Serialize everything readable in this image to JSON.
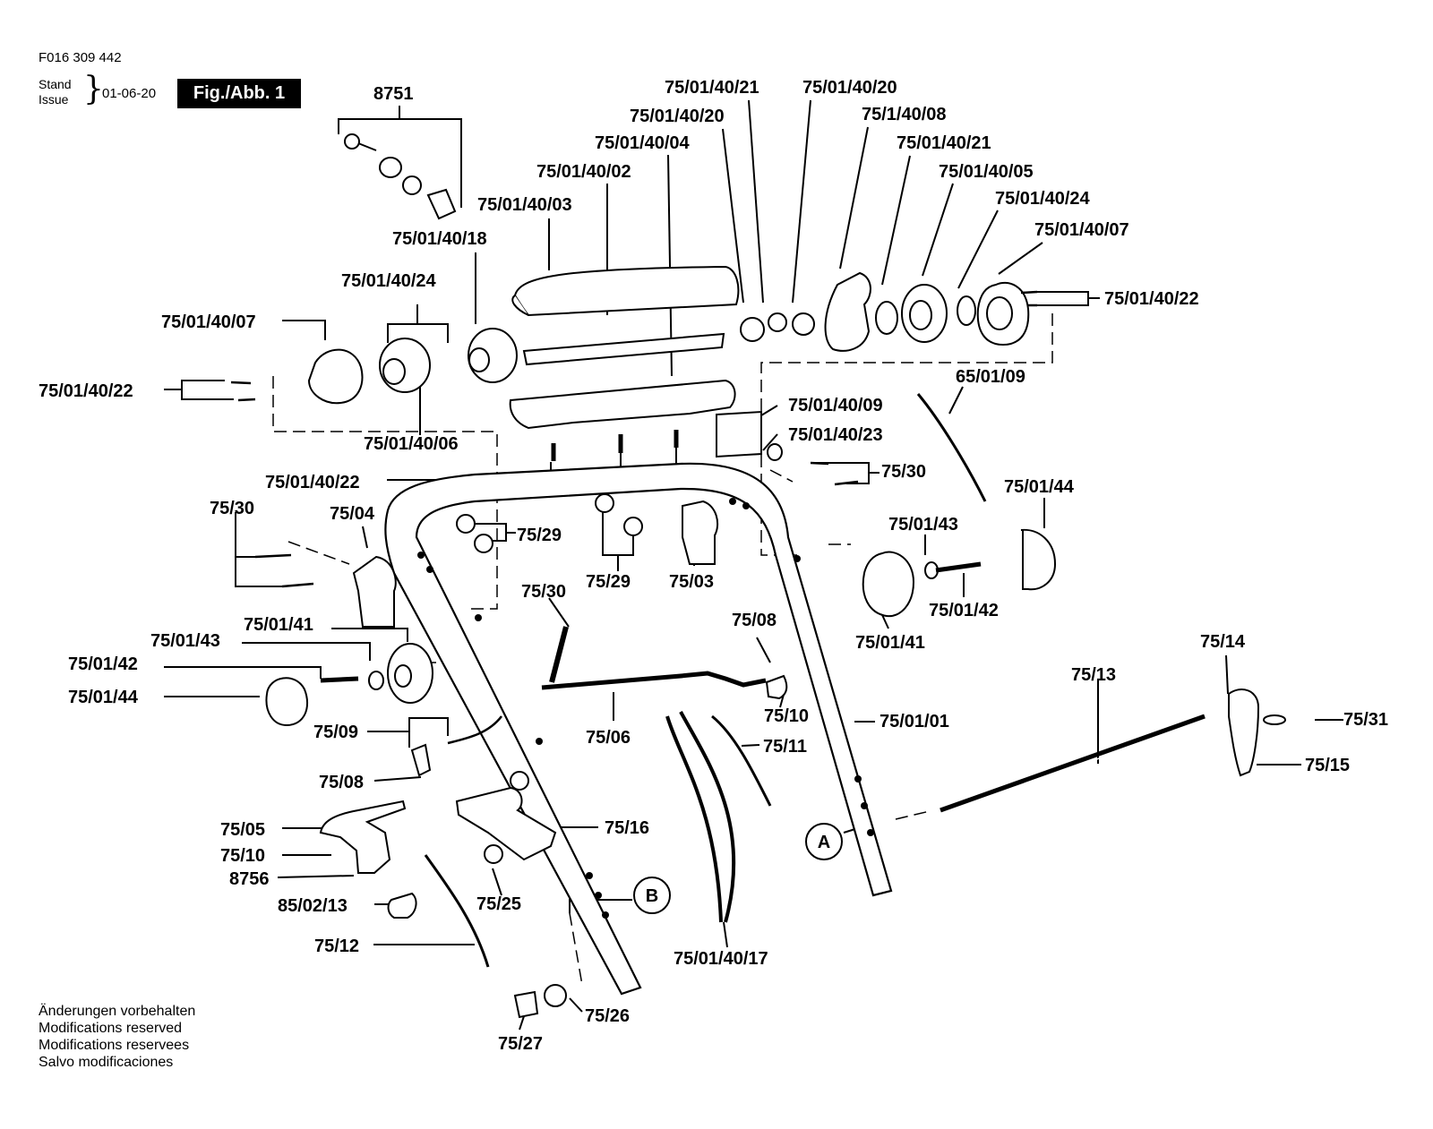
{
  "header": {
    "drawing_number": "F016 309 442",
    "stand_label": "Stand",
    "issue_label": "Issue",
    "date": "01-06-20",
    "figure_label": "Fig./Abb. 1"
  },
  "notice": {
    "line1": "Änderungen vorbehalten",
    "line2": "Modifications reserved",
    "line3": "Modifications reservees",
    "line4": "Salvo modificaciones"
  },
  "parts": [
    "8751",
    "75/01/40/21",
    "75/01/40/20",
    "75/01/40/20",
    "75/1/40/08",
    "75/01/40/04",
    "75/01/40/21",
    "75/01/40/02",
    "75/01/40/05",
    "75/01/40/03",
    "75/01/40/24",
    "75/01/40/18",
    "75/01/40/07",
    "75/01/40/24",
    "75/01/40/22",
    "75/01/40/07",
    "75/01/40/22",
    "75/01/40/06",
    "75/01/40/09",
    "65/01/09",
    "75/01/40/23",
    "75/30",
    "75/01/40/22",
    "75/01/44",
    "75/30",
    "75/04",
    "75/29",
    "75/01/43",
    "75/29",
    "75/03",
    "75/01/42",
    "75/30",
    "75/01/41",
    "75/01/41",
    "75/08",
    "75/01/43",
    "75/14",
    "75/01/42",
    "75/13",
    "75/01/44",
    "75/10",
    "75/31",
    "75/01/01",
    "75/09",
    "75/06",
    "75/11",
    "75/15",
    "75/08",
    "75/16",
    "75/05",
    "75/10",
    "8756",
    "75/25",
    "85/02/13",
    "75/12",
    "75/01/40/17",
    "75/26",
    "75/27"
  ],
  "refs": {
    "a": "A",
    "b": "B"
  }
}
